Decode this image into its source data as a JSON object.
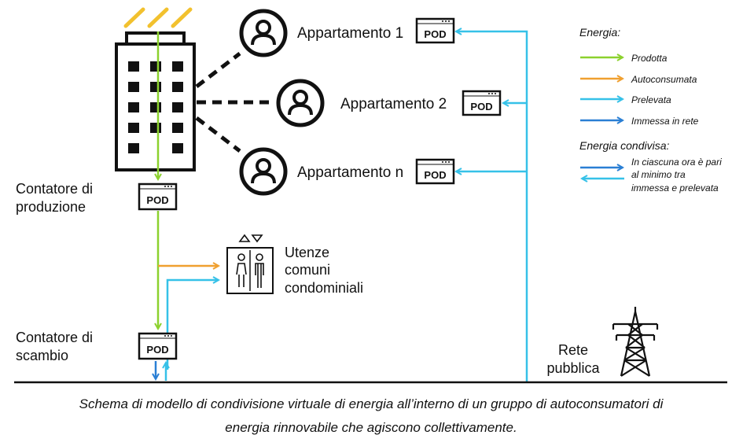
{
  "colors": {
    "prodotta": "#8cd12e",
    "autoconsumata": "#f0a030",
    "prelevata": "#36c1e8",
    "immessa": "#2a7fd4",
    "ink": "#111111",
    "solar": "#f2c12e"
  },
  "icons": {
    "building": "building-icon",
    "person": "person-icon",
    "pod": "meter-icon",
    "elevator": "elevator-users-icon",
    "pylon": "power-pylon-icon"
  },
  "labels": {
    "apartment_1": "Appartamento 1",
    "apartment_2": "Appartamento 2",
    "apartment_n": "Appartamento n",
    "pod": "POD",
    "production_meter_line1": "Contatore di",
    "production_meter_line2": "produzione",
    "exchange_meter_line1": "Contatore di",
    "exchange_meter_line2": "scambio",
    "common_line1": "Utenze",
    "common_line2": "comuni",
    "common_line3": "condominiali",
    "grid_line1": "Rete",
    "grid_line2": "pubblica"
  },
  "legend": {
    "title": "Energia:",
    "items": [
      {
        "label": "Prodotta",
        "color_key": "prodotta"
      },
      {
        "label": "Autoconsumata",
        "color_key": "autoconsumata"
      },
      {
        "label": "Prelevata",
        "color_key": "prelevata"
      },
      {
        "label": "Immessa in rete",
        "color_key": "immessa"
      }
    ],
    "shared_title": "Energia condivisa:",
    "shared_line1": "In ciascuna ora è pari",
    "shared_line2": "al minimo tra",
    "shared_line3": "immessa e prelevata"
  },
  "caption": {
    "line1": "Schema di modello di condivisione virtuale di energia all’interno di un gruppo di autoconsumatori di",
    "line2": "energia rinnovabile che agiscono collettivamente."
  }
}
